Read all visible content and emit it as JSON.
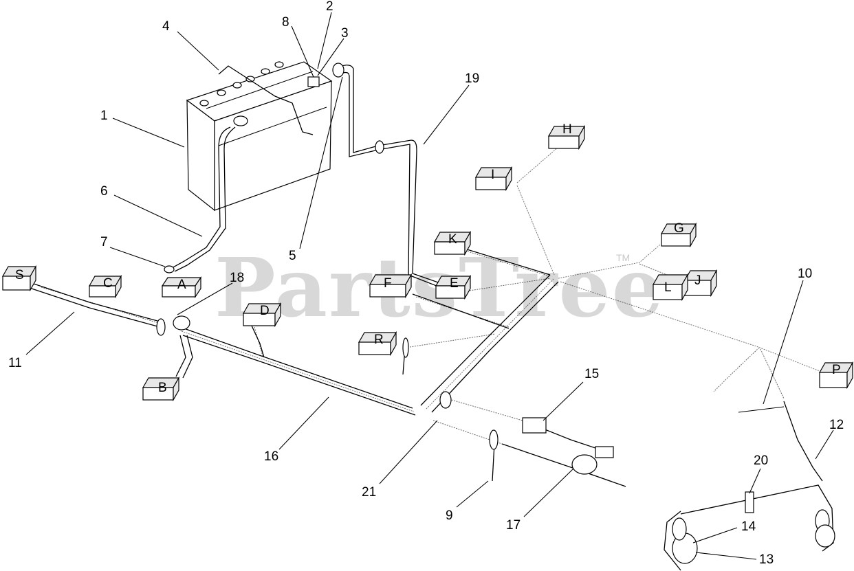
{
  "watermark": {
    "text": "PartsTree",
    "tm": "TM"
  },
  "callouts": [
    "1",
    "2",
    "3",
    "4",
    "5",
    "6",
    "7",
    "8",
    "9",
    "10",
    "11",
    "12",
    "13",
    "14",
    "15",
    "16",
    "17",
    "18",
    "19",
    "20",
    "21"
  ],
  "connectors": [
    "A",
    "B",
    "C",
    "D",
    "E",
    "F",
    "G",
    "H",
    "I",
    "J",
    "K",
    "L",
    "P",
    "R",
    "S"
  ]
}
